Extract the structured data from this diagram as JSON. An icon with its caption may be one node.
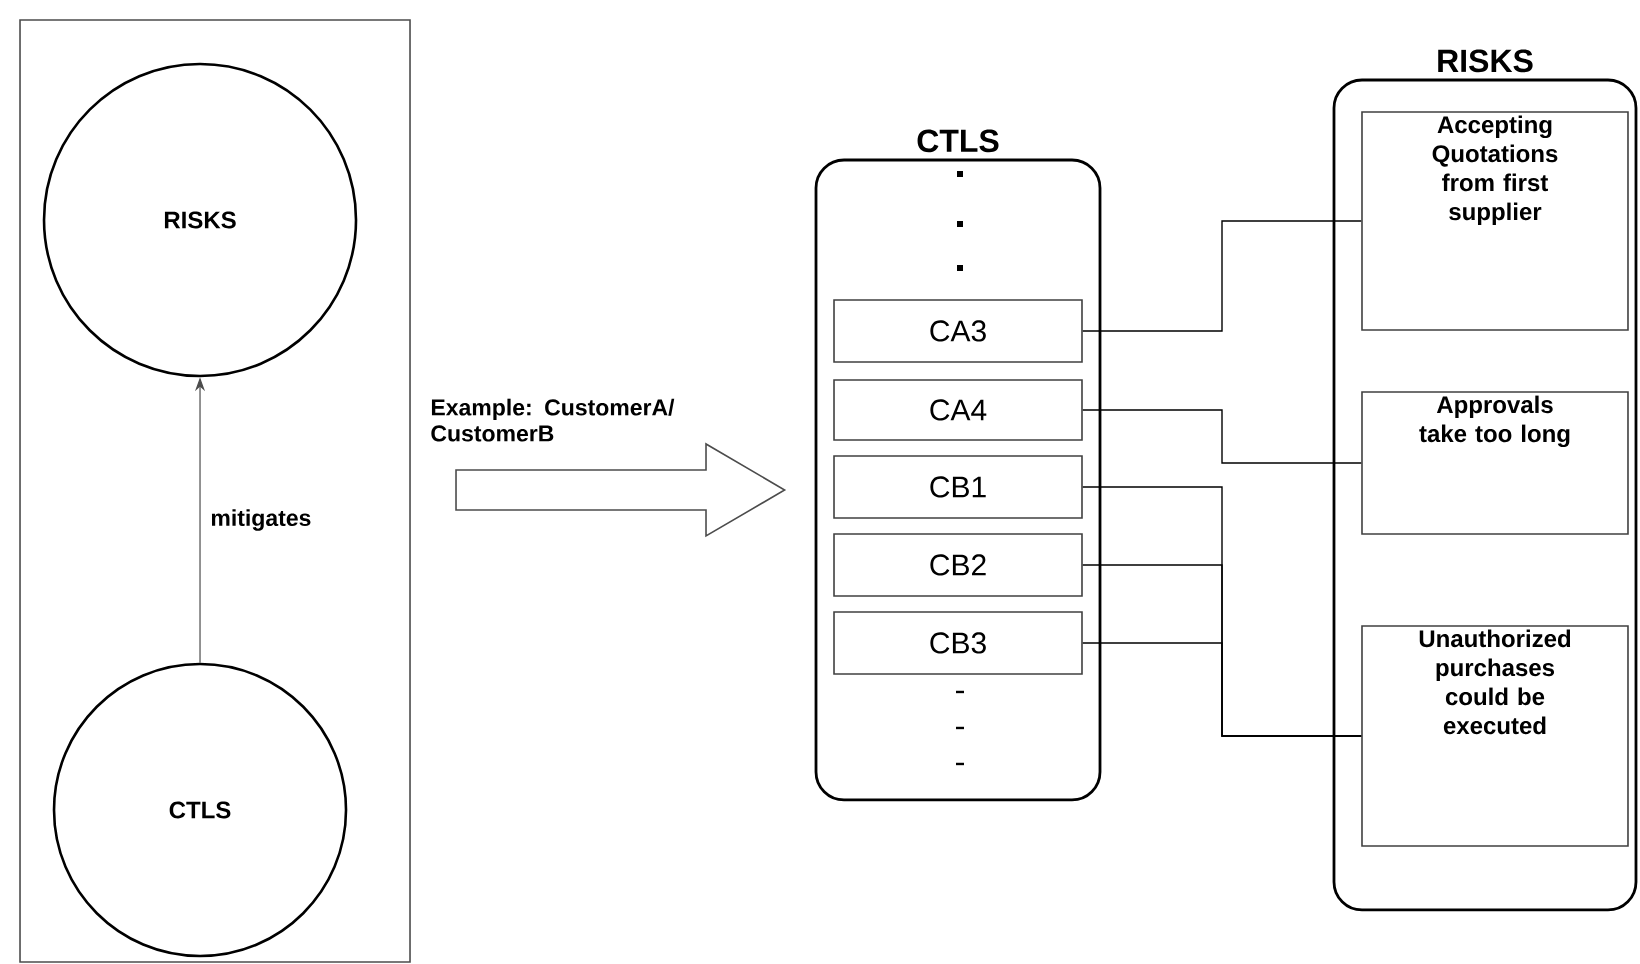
{
  "diagram": {
    "nodes": [
      {
        "text": [],
        "shape": "box"
      },
      {
        "text": [
          "RISKS"
        ],
        "in": 0
      },
      {
        "text": [
          "CTLS"
        ],
        "in": 0
      },
      {
        "text": [
          "CTLS"
        ]
      },
      {
        "text": [
          "CA3"
        ],
        "in": 3
      },
      {
        "text": [
          "CA4"
        ],
        "in": 3
      },
      {
        "text": [
          "CB1"
        ],
        "in": 3
      },
      {
        "text": [
          "CB2"
        ],
        "in": 3
      },
      {
        "text": [
          "CB3"
        ],
        "in": 3
      },
      {
        "text": [
          "RISKS"
        ]
      },
      {
        "text": [
          "Accepting Quotations from first supplier"
        ],
        "in": 9
      },
      {
        "text": [
          "Approvals take too long"
        ],
        "in": 9
      },
      {
        "text": [
          "Unauthorized purchases could be executed"
        ],
        "in": 9
      }
    ],
    "edges": [
      {
        "from": 2,
        "to": 1,
        "arrow": "to",
        "label": "mitigates"
      },
      {
        "from": null,
        "to": 3,
        "arrow": "to",
        "label": "Example: CustomerA/ CustomerB",
        "style": "thick"
      },
      {
        "from": 4,
        "to": 10,
        "arrow": "none"
      },
      {
        "from": 5,
        "to": 11,
        "arrow": "none"
      },
      {
        "from": 6,
        "to": 12,
        "arrow": "none"
      },
      {
        "from": 7,
        "to": 12,
        "arrow": "none"
      },
      {
        "from": 8,
        "to": 12,
        "arrow": "none"
      }
    ]
  }
}
